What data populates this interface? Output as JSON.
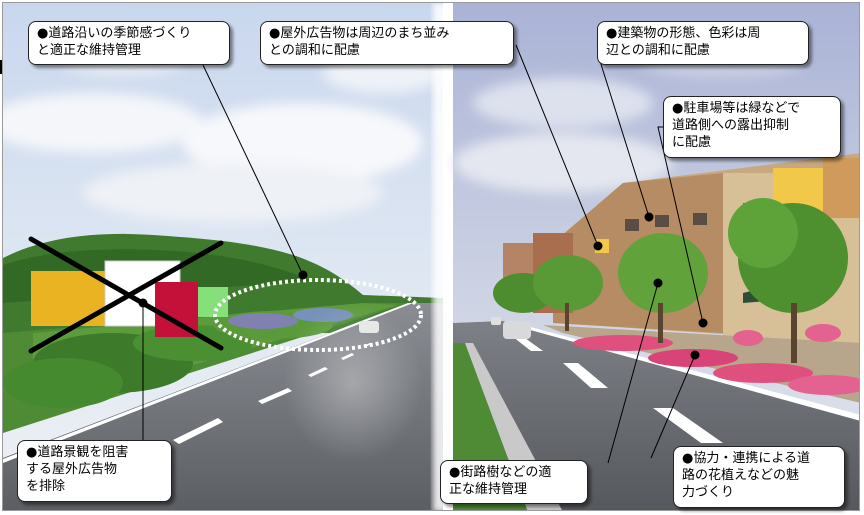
{
  "callouts": {
    "seasonal": "●道路沿いの季節感づくり\nと適正な維持管理",
    "outdoor_ads_harmony": "●屋外広告物は周辺のまち並み\nとの調和に配慮",
    "building_form": "●建築物の形態、色彩は周\n辺との調和に配慮",
    "parking": "●駐車場等は緑などで\n道路側への露出抑制\nに配慮",
    "remove_ads": "●道路景観を阻害\nする屋外広告物\nを排除",
    "street_trees": "●街路樹などの適\n正な維持管理",
    "flowers": "●協力・連携による道\n路の花植えなどの魅\n力づくり"
  },
  "colors": {
    "sign_yellow": "#e9b321",
    "sign_red": "#c4113a",
    "sign_green": "#86e07a",
    "sign_white": "#ffffff",
    "cross": "#000000",
    "dotted_ellipse": "#ffffff"
  }
}
